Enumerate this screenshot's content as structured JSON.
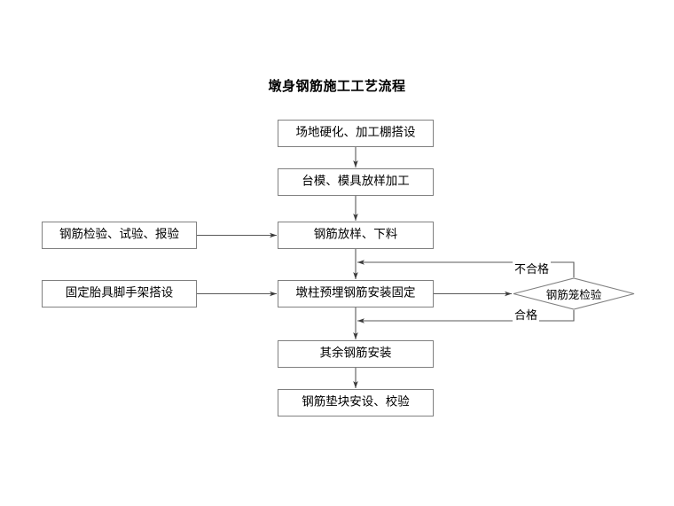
{
  "title": "墩身钢筋施工工艺流程",
  "flowchart": {
    "type": "process-flow-diagram",
    "nodes": [
      {
        "id": "site",
        "shape": "rect",
        "label": "场地硬化、加工棚搭设"
      },
      {
        "id": "mold",
        "shape": "rect",
        "label": "台模、模具放样加工"
      },
      {
        "id": "layout",
        "shape": "rect",
        "label": "钢筋放样、下料"
      },
      {
        "id": "inspect",
        "shape": "rect",
        "label": "钢筋检验、试验、报验"
      },
      {
        "id": "frame",
        "shape": "rect",
        "label": "固定胎具脚手架搭设"
      },
      {
        "id": "embed",
        "shape": "rect",
        "label": "墩柱预埋钢筋安装固定"
      },
      {
        "id": "decision",
        "shape": "diamond",
        "label": "钢筋笼检验"
      },
      {
        "id": "rest",
        "shape": "rect",
        "label": "其余钢筋安装"
      },
      {
        "id": "cushion",
        "shape": "rect",
        "label": "钢筋垫块安设、校验"
      }
    ],
    "edges": [
      {
        "from": "site",
        "to": "mold",
        "label": ""
      },
      {
        "from": "mold",
        "to": "layout",
        "label": ""
      },
      {
        "from": "inspect",
        "to": "layout",
        "label": ""
      },
      {
        "from": "layout",
        "to": "embed",
        "label": ""
      },
      {
        "from": "frame",
        "to": "embed",
        "label": ""
      },
      {
        "from": "embed",
        "to": "decision",
        "label": ""
      },
      {
        "from": "decision",
        "to": "layout",
        "label": "不合格"
      },
      {
        "from": "decision",
        "to": "rest",
        "label": "合格"
      },
      {
        "from": "embed",
        "to": "rest",
        "label": ""
      },
      {
        "from": "rest",
        "to": "cushion",
        "label": ""
      }
    ],
    "edge_labels": {
      "fail": "不合格",
      "pass": "合格"
    }
  },
  "colors": {
    "background": "#ffffff",
    "node_border": "#808080",
    "edge_line": "#595959",
    "text": "#000000"
  }
}
